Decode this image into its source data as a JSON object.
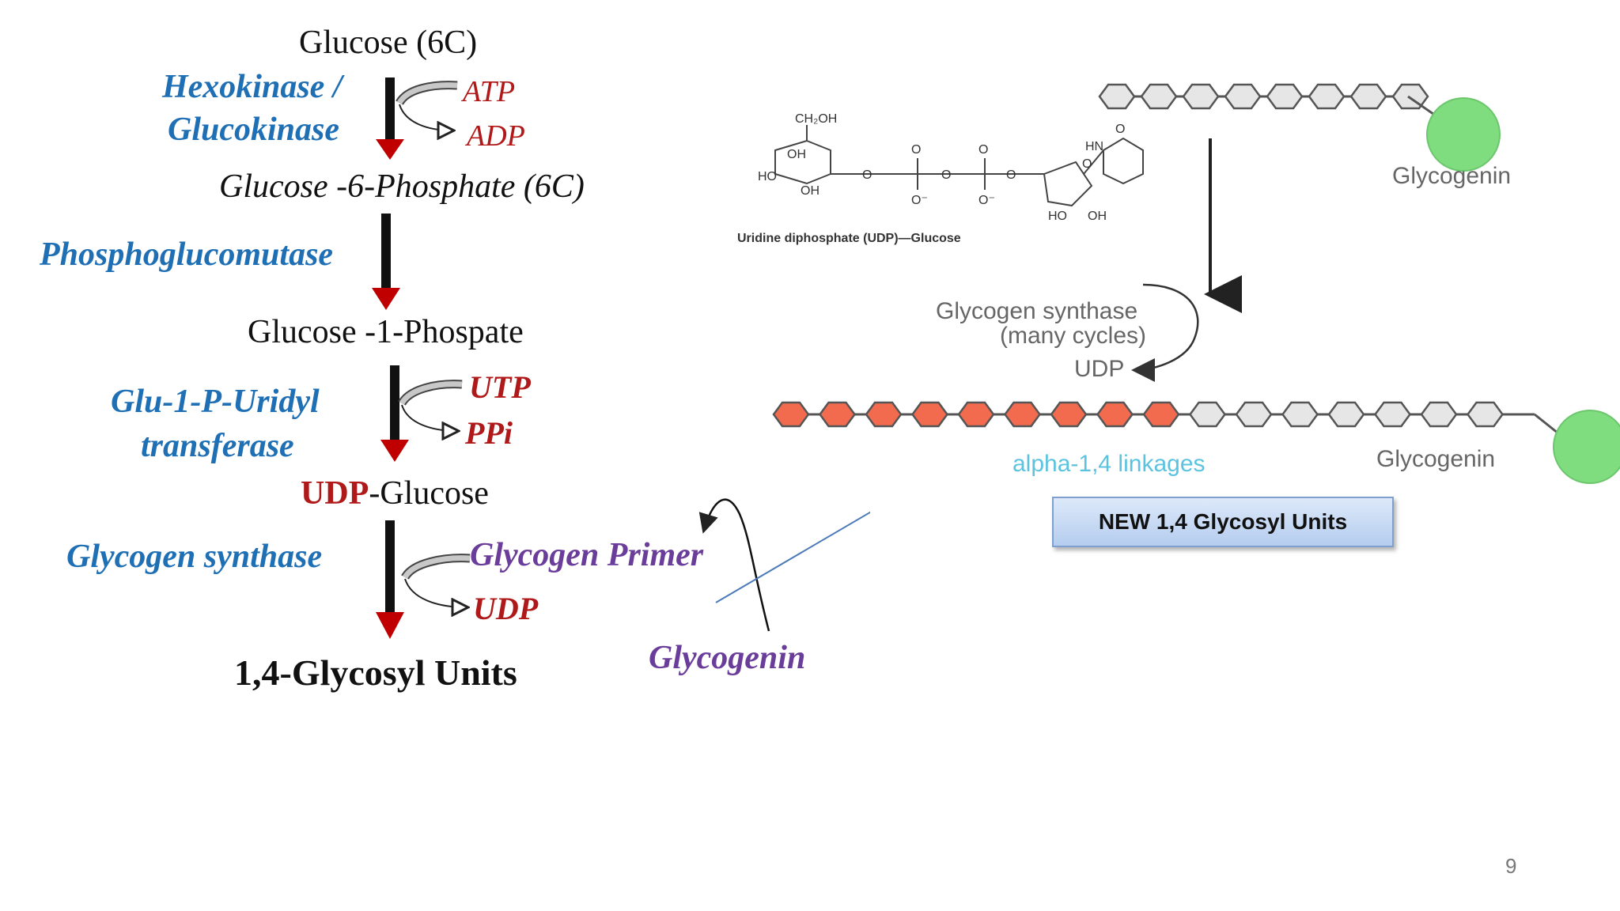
{
  "pathway": {
    "glucose": "Glucose (6C)",
    "hexokinase_line1": "Hexokinase /",
    "hexokinase_line2": "Glucokinase",
    "atp": "ATP",
    "adp": "ADP",
    "g6p": "Glucose -6-Phosphate (6C)",
    "phosphoglucomutase": "Phosphoglucomutase",
    "g1p": "Glucose -1-Phospate",
    "uridyl_line1": "Glu-1-P-Uridyl",
    "uridyl_line2": "transferase",
    "utp": "UTP",
    "ppi": "PPi",
    "udp_glucose_prefix": "UDP",
    "udp_glucose_suffix": "-Glucose",
    "glycogen_synthase": "Glycogen synthase",
    "glycogen_primer": "Glycogen Primer",
    "udp": "UDP",
    "product": "1,4-Glycosyl Units",
    "glycogenin": "Glycogenin"
  },
  "figure": {
    "glycogenin_top": "Glycogenin",
    "glycogenin_bottom": "Glycogenin",
    "udp_glucose_caption": "Uridine diphosphate (UDP)—Glucose",
    "synthase_line1": "Glycogen synthase",
    "synthase_line2": "(many cycles)",
    "udp_label": "UDP",
    "alpha_label": "alpha-1,4 linkages",
    "new_units_box": "NEW 1,4 Glycosyl Units",
    "new_residues": 9,
    "old_residues": 7,
    "top_chain_residues": 8
  },
  "slide": {
    "page_number": "9"
  },
  "colors": {
    "enzyme": "#1f6fb5",
    "cofactor": "#b01919",
    "purple": "#6a3d9a",
    "new_residue": "#f26b4f",
    "old_residue": "#e6e6e6",
    "glycogenin": "#7fdc7f",
    "alpha": "#5bc3e0",
    "box": "#bcd4f2"
  }
}
